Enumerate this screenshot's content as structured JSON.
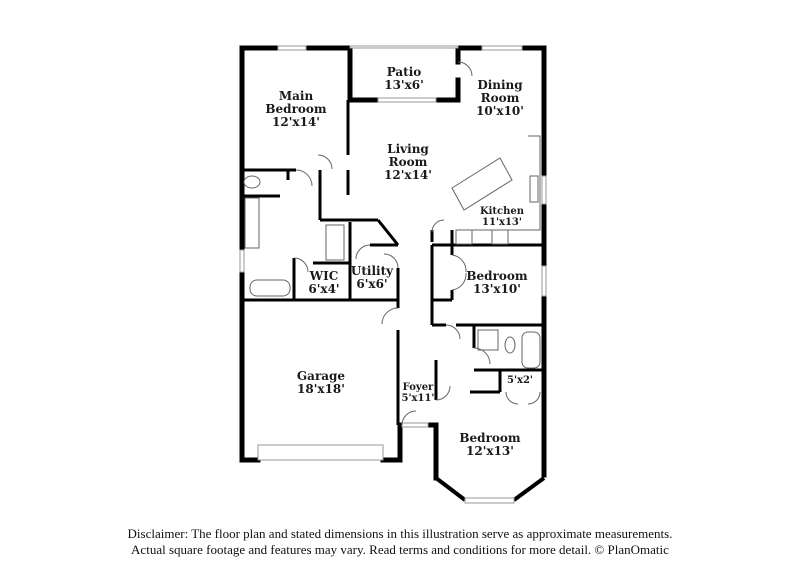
{
  "floor_plan": {
    "rooms": [
      {
        "id": "main-bedroom",
        "name": "Main\nBedroom",
        "name_l1": "Main",
        "name_l2": "Bedroom",
        "dims": "12'x14'"
      },
      {
        "id": "patio",
        "name": "Patio",
        "dims": "13'x6'"
      },
      {
        "id": "dining-room",
        "name_l1": "Dining",
        "name_l2": "Room",
        "dims": "10'x10'"
      },
      {
        "id": "living-room",
        "name_l1": "Living",
        "name_l2": "Room",
        "dims": "12'x14'"
      },
      {
        "id": "kitchen",
        "name": "Kitchen",
        "dims": "11'x13'"
      },
      {
        "id": "wic",
        "name": "WIC",
        "dims": "6'x4'"
      },
      {
        "id": "utility",
        "name": "Utility",
        "dims": "6'x6'"
      },
      {
        "id": "bedroom-2",
        "name": "Bedroom",
        "dims": "13'x10'"
      },
      {
        "id": "closet",
        "name": "",
        "dims": "5'x2'"
      },
      {
        "id": "garage",
        "name": "Garage",
        "dims": "18'x18'"
      },
      {
        "id": "foyer",
        "name": "Foyer",
        "dims": "5'x11'"
      },
      {
        "id": "bedroom-3",
        "name": "Bedroom",
        "dims": "12'x13'"
      }
    ]
  },
  "disclaimer": {
    "line1": "Disclaimer: The floor plan and stated dimensions in this illustration serve as approximate measurements.",
    "line2": "Actual square footage and features may vary. Read terms and conditions for more detail. © PlanOmatic"
  }
}
